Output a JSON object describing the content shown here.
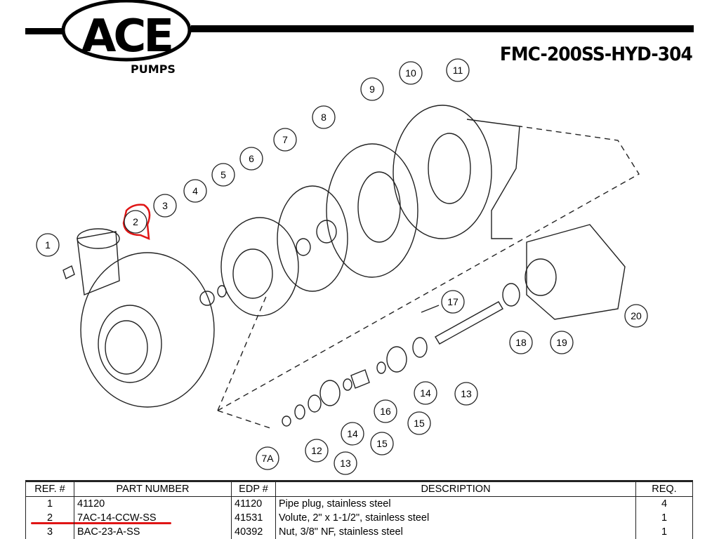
{
  "header": {
    "logo_text": "ACE",
    "logo_sub": "PUMPS",
    "model": "FMC-200SS-HYD-304"
  },
  "callouts": [
    "1",
    "2",
    "3",
    "4",
    "5",
    "6",
    "7",
    "8",
    "9",
    "10",
    "11",
    "17",
    "18",
    "19",
    "20",
    "13",
    "14",
    "15",
    "16",
    "14",
    "15",
    "13",
    "12",
    "7A"
  ],
  "table": {
    "headers": [
      "REF. #",
      "PART NUMBER",
      "EDP #",
      "DESCRIPTION",
      "REQ."
    ],
    "rows": [
      [
        "1",
        "41120",
        "41120",
        "Pipe plug, stainless steel",
        "4"
      ],
      [
        "2",
        "7AC-14-CCW-SS",
        "41531",
        "Volute, 2\" x 1-1/2\", stainless steel",
        "1"
      ],
      [
        "3",
        "BAC-23-A-SS",
        "40392",
        "Nut, 3/8\" NF, stainless steel",
        "1"
      ]
    ]
  },
  "colors": {
    "annotation": "#e01515"
  }
}
